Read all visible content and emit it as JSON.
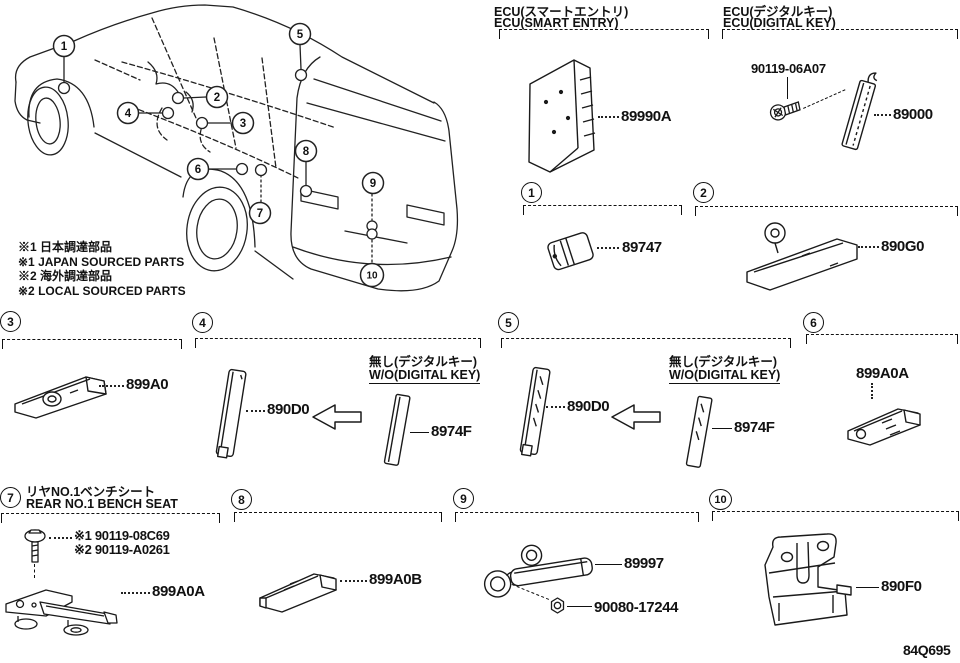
{
  "page": {
    "code": "84Q695"
  },
  "callouts": [
    "1",
    "2",
    "3",
    "4",
    "5",
    "6",
    "7",
    "8",
    "9",
    "10"
  ],
  "notes": [
    "※1 日本調達部品",
    "※1 JAPAN SOURCED PARTS",
    "※2 海外調達部品",
    "※2 LOCAL SOURCED PARTS"
  ],
  "headers": {
    "smart_entry": {
      "title_jp": "ECU(スマートエントリ)",
      "title_en": "ECU(SMART ENTRY)",
      "part": "89990A"
    },
    "digital_key": {
      "title_jp": "ECU(デジタルキー)",
      "title_en": "ECU(DIGITAL KEY)",
      "bolt": "90119-06A07",
      "part": "89000"
    }
  },
  "sections": {
    "s1": {
      "num": "1",
      "part": "89747"
    },
    "s2": {
      "num": "2",
      "part": "890G0"
    },
    "s3": {
      "num": "3",
      "part": "899A0"
    },
    "s4": {
      "num": "4",
      "part": "890D0",
      "alt_jp": "無し(デジタルキー)",
      "alt_en": "W/O(DIGITAL KEY)",
      "alt_part": "8974F"
    },
    "s5": {
      "num": "5",
      "part": "890D0",
      "alt_jp": "無し(デジタルキー)",
      "alt_en": "W/O(DIGITAL KEY)",
      "alt_part": "8974F"
    },
    "s6": {
      "num": "6",
      "part": "899A0A"
    },
    "s7": {
      "num": "7",
      "title_jp": "リヤNO.1ベンチシート",
      "title_en": "REAR NO.1 BENCH SEAT",
      "bolt_1": "※1 90119-08C69",
      "bolt_2": "※2 90119-A0261",
      "part": "899A0A"
    },
    "s8": {
      "num": "8",
      "part": "899A0B"
    },
    "s9": {
      "num": "9",
      "part": "89997",
      "nut": "90080-17244"
    },
    "s10": {
      "num": "10",
      "part": "890F0"
    }
  }
}
